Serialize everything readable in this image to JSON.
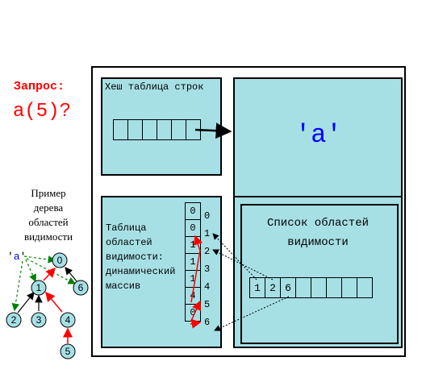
{
  "query": {
    "label": "Запрос:",
    "value": "a(5)?"
  },
  "tree": {
    "caption": [
      "Пример",
      "дерева",
      "областей",
      "видимости"
    ],
    "symbol": "'a'",
    "nodes": [
      "0",
      "1",
      "6",
      "2",
      "3",
      "4",
      "5"
    ]
  },
  "hash_table": {
    "title": "Хеш таблица строк",
    "cells": 6
  },
  "string_table": {
    "symbol": "'a'"
  },
  "scope_table": {
    "label": [
      "Таблица",
      "областей",
      "видимости:",
      "динамический",
      "массив"
    ],
    "values": [
      "0",
      "0",
      "1",
      "1",
      "1",
      "4",
      "0"
    ],
    "indices": [
      "0",
      "1",
      "2",
      "3",
      "4",
      "5",
      "6"
    ]
  },
  "scope_list": {
    "title": [
      "Список областей",
      "видимости"
    ],
    "cells": [
      "1",
      "2",
      "6",
      "",
      "",
      "",
      "",
      ""
    ]
  },
  "colors": {
    "accent": "#ff0000",
    "box": "#a6e0e5",
    "symbol": "#0000ff",
    "tree_dashed": "#008000"
  }
}
